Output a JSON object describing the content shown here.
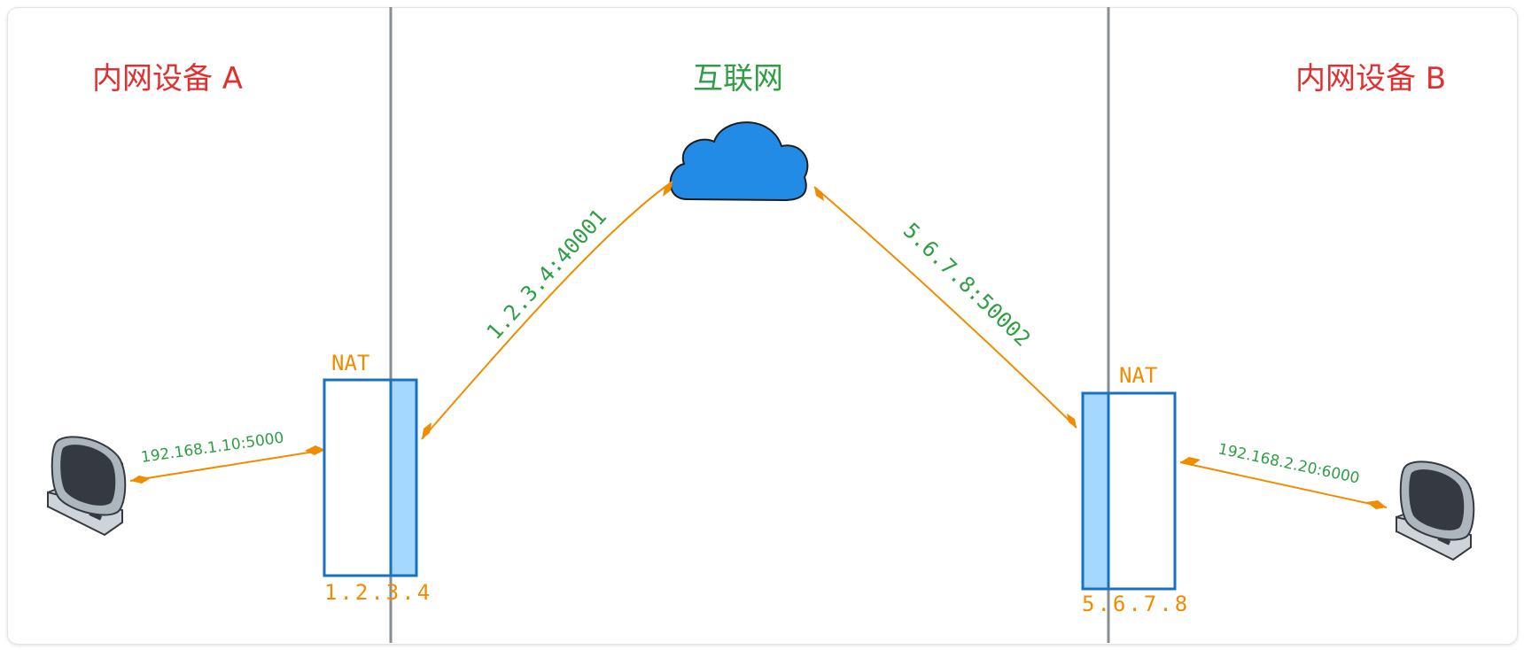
{
  "zones": {
    "left_title": "内网设备 A",
    "center_title": "互联网",
    "right_title": "内网设备 B"
  },
  "nat_a": {
    "label": "NAT",
    "public_ip": "1.2.3.4"
  },
  "nat_b": {
    "label": "NAT",
    "public_ip": "5.6.7.8"
  },
  "links": {
    "device_a": "192.168.1.10:5000",
    "device_b": "192.168.2.20:6000",
    "public_a": "1.2.3.4:40001",
    "public_b": "5.6.7.8:50002"
  },
  "colors": {
    "red": "#e03131",
    "green": "#2f9e44",
    "orange": "#f08c00",
    "blue": "#1971c2",
    "lightblue": "#a5d8ff",
    "divider": "#868e96",
    "cloud": "#228be6"
  }
}
